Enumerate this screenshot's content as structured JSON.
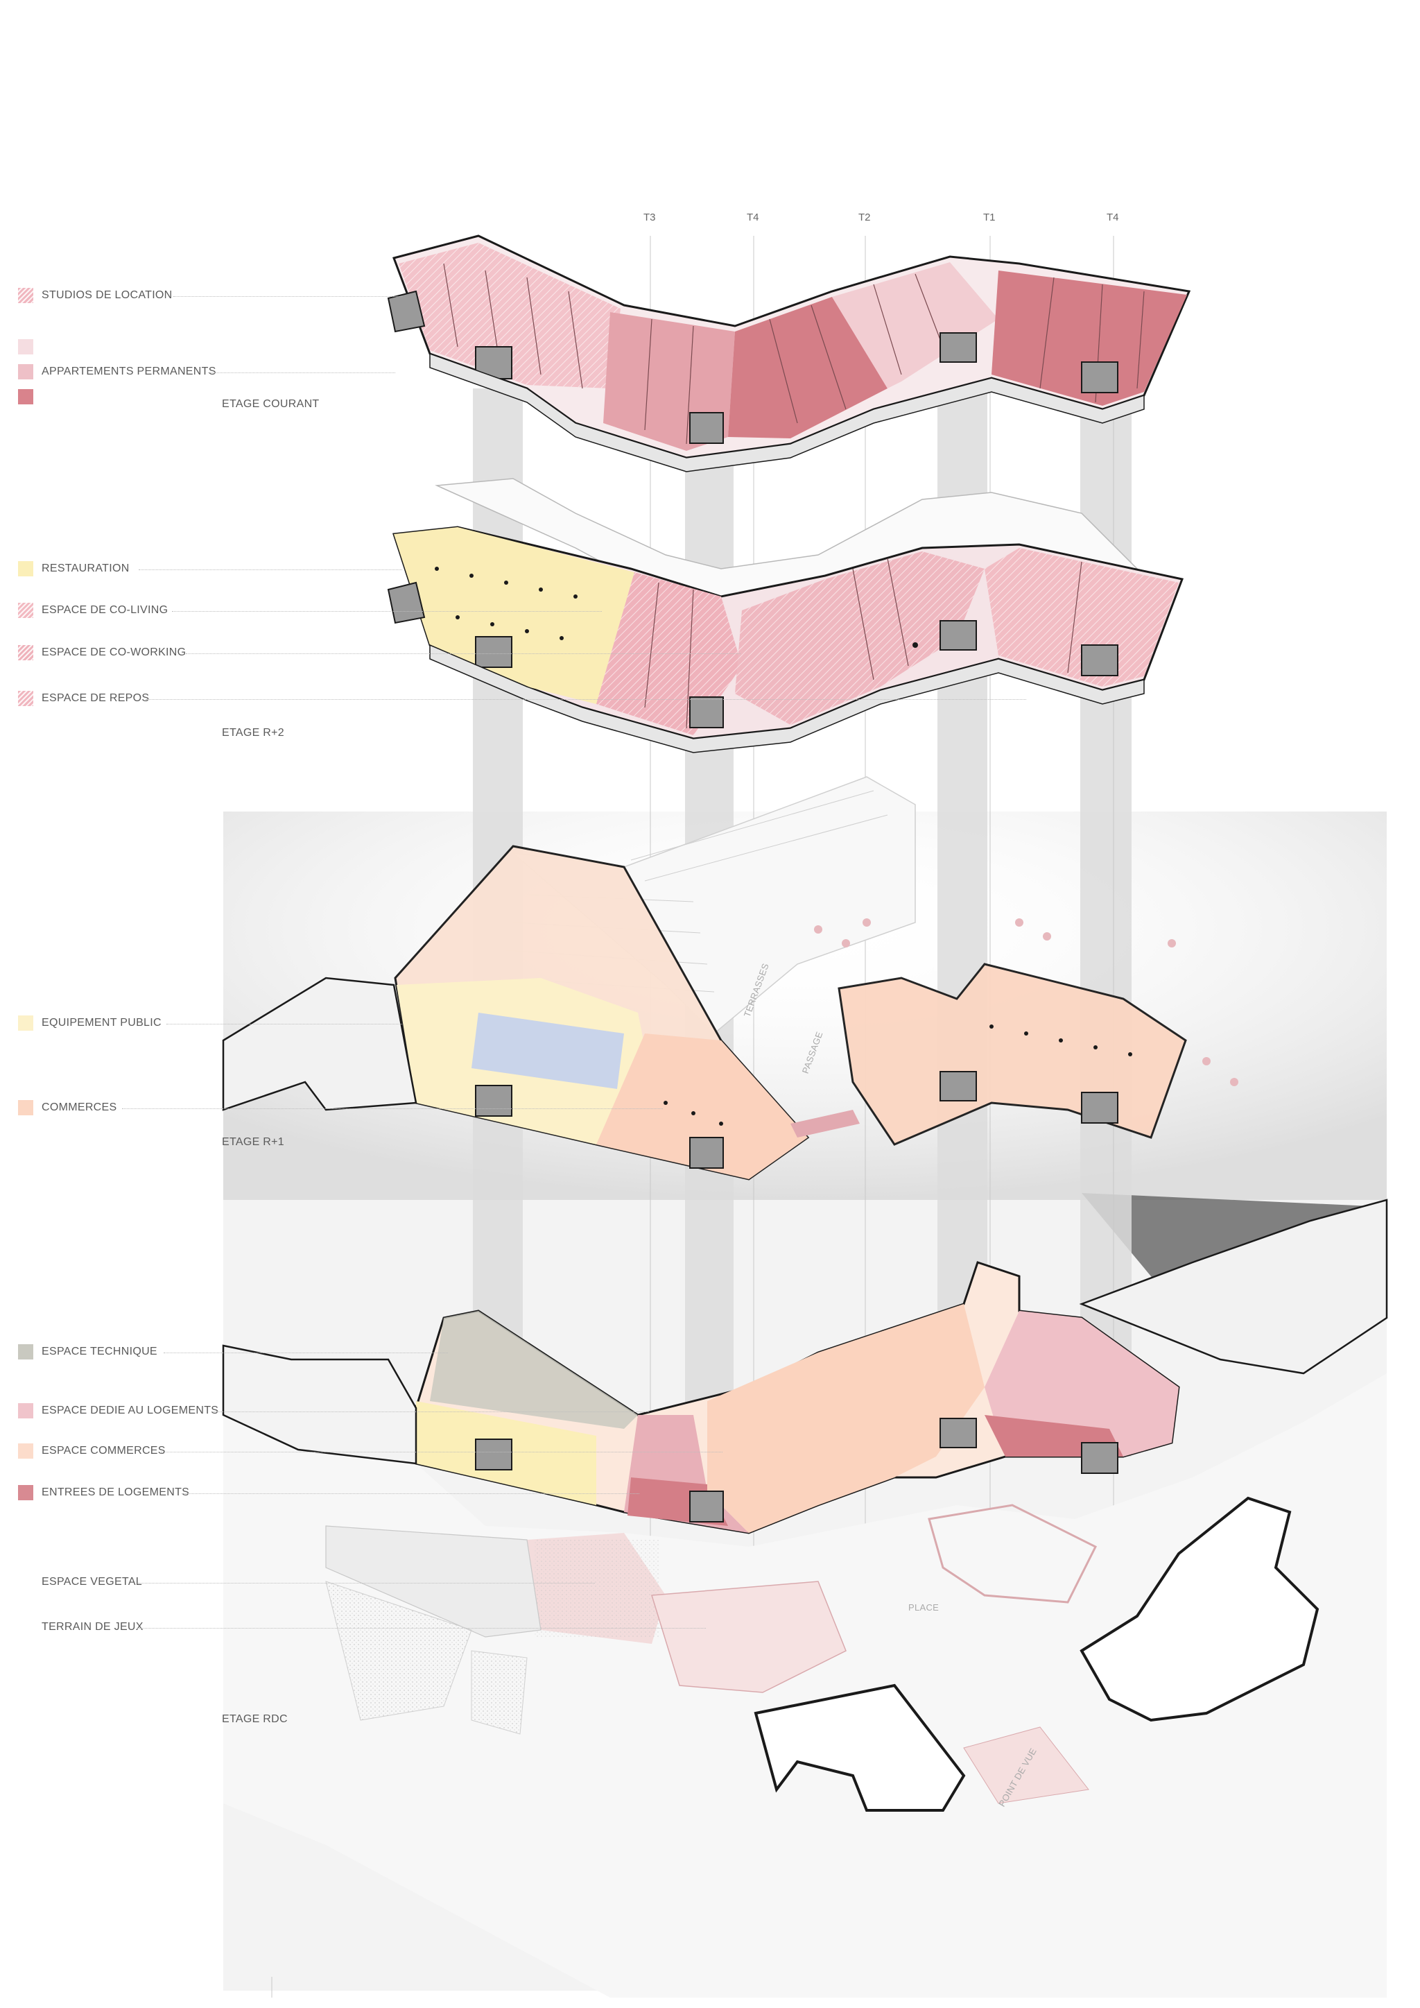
{
  "colors": {
    "studios": "#f0b6bf",
    "appart_light": "#f5dde1",
    "appart_mid": "#eec0c7",
    "appart_dark": "#d9838c",
    "restauration": "#fbefb8",
    "coliving": "#f2b9c1",
    "coworking": "#efb2bb",
    "repos": "#f0b6bf",
    "equipement": "#fcf1c9",
    "commerces": "#fbd6c2",
    "technique": "#c9c9c0",
    "logements": "#f0c4cb",
    "commerces_rdc": "#fcdccb",
    "entrees": "#d88a92",
    "core": "#9a9a9a",
    "wall": "#1a1a1a",
    "shaft": "#d6d6d6"
  },
  "type_labels": [
    "T3",
    "T4",
    "T2",
    "T1",
    "T4"
  ],
  "levels": [
    {
      "name": "ETAGE COURANT",
      "legend": [
        {
          "label": "STUDIOS DE LOCATION",
          "color_key": "studios",
          "hatched": true
        },
        {
          "label": "",
          "color_key": "appart_light",
          "hatched": false
        },
        {
          "label": "APPARTEMENTS PERMANENTS",
          "color_key": "appart_mid",
          "hatched": false
        },
        {
          "label": "",
          "color_key": "appart_dark",
          "hatched": false
        }
      ]
    },
    {
      "name": "ETAGE R+2",
      "legend": [
        {
          "label": "RESTAURATION",
          "color_key": "restauration",
          "hatched": false
        },
        {
          "label": "ESPACE DE CO-LIVING",
          "color_key": "coliving",
          "hatched": true
        },
        {
          "label": "ESPACE DE CO-WORKING",
          "color_key": "coworking",
          "hatched": true
        },
        {
          "label": "ESPACE DE REPOS",
          "color_key": "repos",
          "hatched": true
        }
      ]
    },
    {
      "name": "ETAGE R+1",
      "legend": [
        {
          "label": "EQUIPEMENT PUBLIC",
          "color_key": "equipement",
          "hatched": false
        },
        {
          "label": "COMMERCES",
          "color_key": "commerces",
          "hatched": false
        }
      ]
    },
    {
      "name": "ETAGE RDC",
      "legend": [
        {
          "label": "ESPACE TECHNIQUE",
          "color_key": "technique",
          "hatched": false
        },
        {
          "label": "ESPACE DEDIE AU LOGEMENTS",
          "color_key": "logements",
          "hatched": false
        },
        {
          "label": "ESPACE COMMERCES",
          "color_key": "commerces_rdc",
          "hatched": false
        },
        {
          "label": "ENTREES DE LOGEMENTS",
          "color_key": "entrees",
          "hatched": false
        },
        {
          "label": "ESPACE VEGETAL",
          "color_key": "",
          "hatched": false
        },
        {
          "label": "TERRAIN DE JEUX",
          "color_key": "",
          "hatched": false
        }
      ]
    }
  ],
  "plan_annotations": [
    "TERRASSES",
    "PASSAGE",
    "PLACE",
    "POINT DE VUE"
  ]
}
